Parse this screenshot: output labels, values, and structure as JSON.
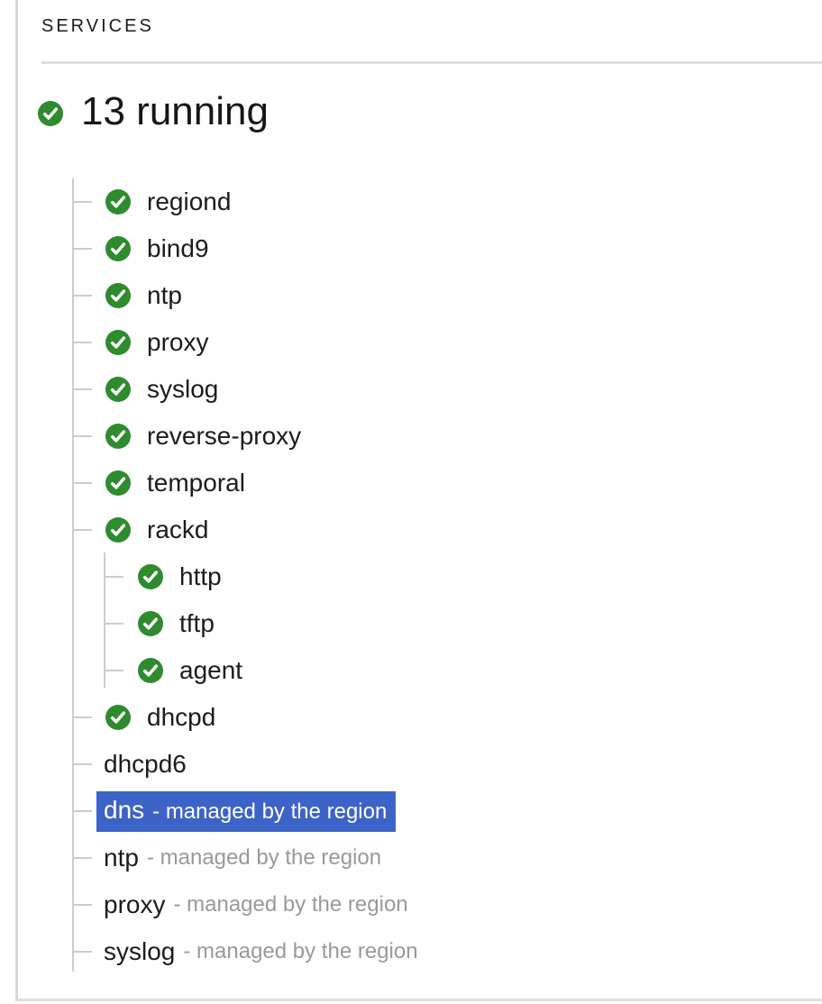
{
  "panel": {
    "title": "SERVICES",
    "summary": {
      "label": "13 running",
      "icon": "success-check-icon"
    },
    "services": [
      {
        "name": "regiond",
        "level": 1,
        "icon": "success-check",
        "selected": false
      },
      {
        "name": "bind9",
        "level": 1,
        "icon": "success-check",
        "selected": false
      },
      {
        "name": "ntp",
        "level": 1,
        "icon": "success-check",
        "selected": false
      },
      {
        "name": "proxy",
        "level": 1,
        "icon": "success-check",
        "selected": false
      },
      {
        "name": "syslog",
        "level": 1,
        "icon": "success-check",
        "selected": false
      },
      {
        "name": "reverse-proxy",
        "level": 1,
        "icon": "success-check",
        "selected": false
      },
      {
        "name": "temporal",
        "level": 1,
        "icon": "success-check",
        "selected": false
      },
      {
        "name": "rackd",
        "level": 1,
        "icon": "success-check",
        "selected": false
      },
      {
        "name": "http",
        "level": 2,
        "icon": "success-check",
        "selected": false
      },
      {
        "name": "tftp",
        "level": 2,
        "icon": "success-check",
        "selected": false
      },
      {
        "name": "agent",
        "level": 2,
        "icon": "success-check",
        "selected": false
      },
      {
        "name": "dhcpd",
        "level": 1,
        "icon": "success-check",
        "selected": false
      },
      {
        "name": "dhcpd6",
        "level": 1,
        "icon": null,
        "selected": false
      },
      {
        "name": "dns",
        "suffix": "- managed by the region",
        "level": 1,
        "icon": null,
        "selected": true
      },
      {
        "name": "ntp",
        "suffix": "- managed by the region",
        "level": 1,
        "icon": null,
        "selected": false
      },
      {
        "name": "proxy",
        "suffix": "- managed by the region",
        "level": 1,
        "icon": null,
        "selected": false
      },
      {
        "name": "syslog",
        "suffix": "- managed by the region",
        "level": 1,
        "icon": null,
        "selected": false
      }
    ]
  },
  "colors": {
    "success_green": "#2e8b2e",
    "selection_blue": "#3c63c8",
    "muted_grey": "#999999",
    "line_grey": "#cccccc",
    "text_dark": "#1b1b1b"
  }
}
